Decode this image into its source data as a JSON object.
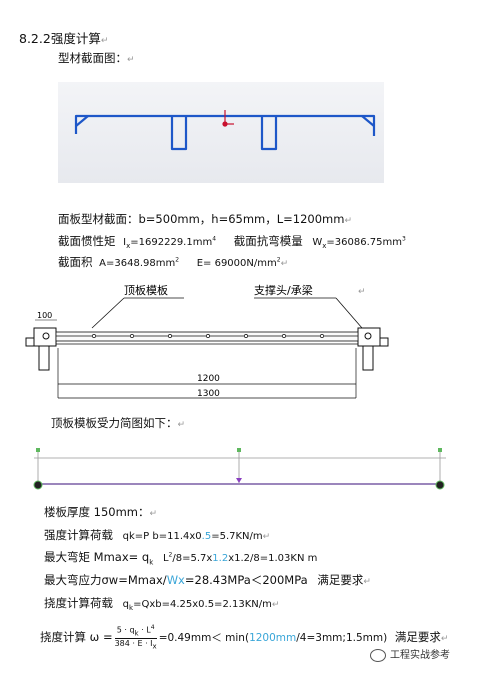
{
  "heading": {
    "number": "8.2.2",
    "title": "强度计算"
  },
  "section_profile": {
    "label": "型材截面图："
  },
  "props": {
    "panel_section": "面板型材截面：b=500mm，h=65mm，L=1200mm",
    "inertia_label": "截面惯性矩",
    "inertia_symbol": "I",
    "inertia_sub": "x",
    "inertia_value": "=1692229.1mm",
    "inertia_exp": "4",
    "modulus_label": "截面抗弯模量",
    "modulus_symbol": "W",
    "modulus_sub": "x",
    "modulus_value": "=36086.75mm",
    "modulus_exp": "3",
    "area_label": "截面积",
    "area_value": "A=3648.98mm",
    "area_exp": "2",
    "elastic": "E= 69000N/mm",
    "elastic_exp": "2"
  },
  "drawing": {
    "label_left": "顶板模板",
    "label_right": "支撑头/承梁",
    "dim_100": "100",
    "dim_1200": "1200",
    "dim_1300": "1300"
  },
  "force_caption": "顶板模板受力简图如下：",
  "calc": {
    "slab": "楼板厚度 150mm：",
    "l1_label": "强度计算荷载",
    "l1_a": "qk=P b=11.4x0",
    "l1_b": ".5",
    "l1_c": "=5.7KN/m",
    "l2_label": "最大弯矩 Mmax= q",
    "l2_sub": "k",
    "l2_a": "L",
    "l2_exp": "2",
    "l2_b": "/8=5.7x",
    "l2_c": "1.2",
    "l2_d": "x1.2/8=1.03KN m",
    "l3_a": "最大弯应力σw=Mmax/",
    "l3_b": "Wx",
    "l3_c": "=28.43MPa＜200MPa",
    "l3_d": "满足要求",
    "l4_label": "挠度计算荷载",
    "l4_a": "q",
    "l4_sub": "k",
    "l4_b": "=Qxb=4.25x0.5=2.13KN/m",
    "l5_label": "挠度计算 ω =",
    "l5_num": "5 · q",
    "l5_num_sub": "k",
    "l5_num_b": " · L",
    "l5_num_exp": "4",
    "l5_den": "384 · E · I",
    "l5_den_sub": "x",
    "l5_a": "=0.49mm＜ min(",
    "l5_b": "1200mm",
    "l5_c": "/4=3mm;1.5mm)",
    "l5_d": "满足要求"
  },
  "watermark": "工程实战参考",
  "para_mark": "↵",
  "colors": {
    "profile_blue": "#1e57c8",
    "highlight": "#3aa6d8"
  }
}
